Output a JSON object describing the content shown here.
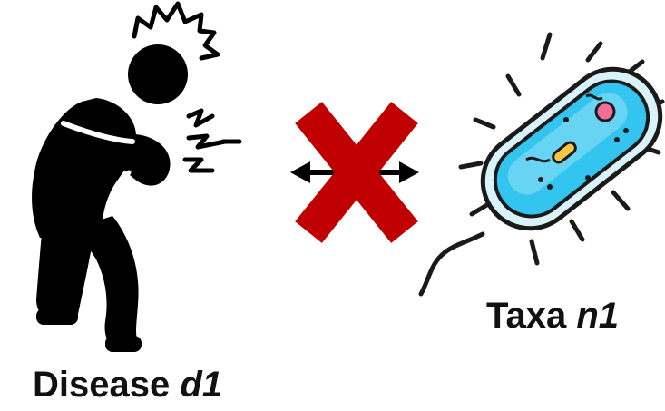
{
  "labels": {
    "disease": {
      "prefix": "Disease",
      "id": "d1"
    },
    "taxa": {
      "prefix": "Taxa",
      "id": "n1"
    }
  },
  "colors": {
    "figure": "#000000",
    "cross": "#c00000",
    "arrow": "#000000",
    "bacterium_outline": "#1a1a1a",
    "bacterium_body": "#33c4ef",
    "bacterium_inner": "#7fdcf5",
    "bacterium_capsule": "#d9f3fb",
    "bacterium_spot_pink": "#f06f9a",
    "bacterium_spot_yellow": "#f6c744",
    "text": "#111111"
  },
  "icons": {
    "sick_person": "sick-person-coughing-icon",
    "pain_burst": "pain-burst-icon",
    "cough_lines": "cough-lines-icon",
    "no_association": "red-x-cross-icon",
    "double_arrow": "double-headed-arrow-icon",
    "bacterium": "bacterium-icon"
  }
}
